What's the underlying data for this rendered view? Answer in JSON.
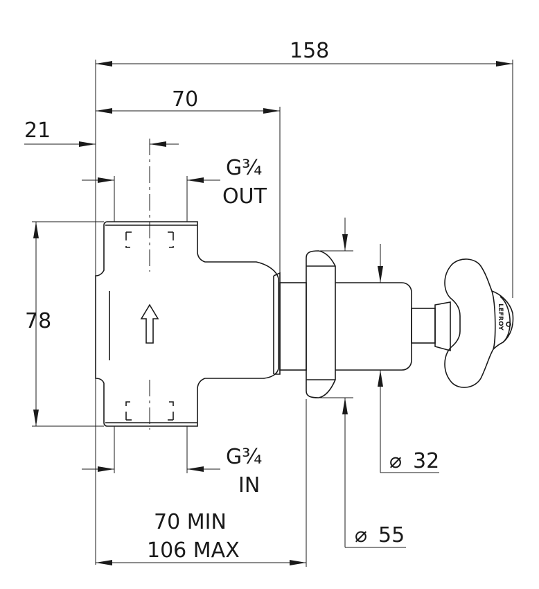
{
  "dimensions": {
    "overall_length": "158",
    "body_length": "70",
    "inlet_offset": "21",
    "outlet_thread_size": "G¾",
    "outlet_label": "OUT",
    "body_height": "78",
    "inlet_thread_size": "G¾",
    "inlet_label": "IN",
    "spindle_diameter": "32",
    "flange_diameter": "55",
    "wall_min": "70 MIN",
    "wall_max": "106 MAX"
  },
  "symbols": {
    "diameter": "⌀"
  },
  "handle_brand": "LEFROY"
}
